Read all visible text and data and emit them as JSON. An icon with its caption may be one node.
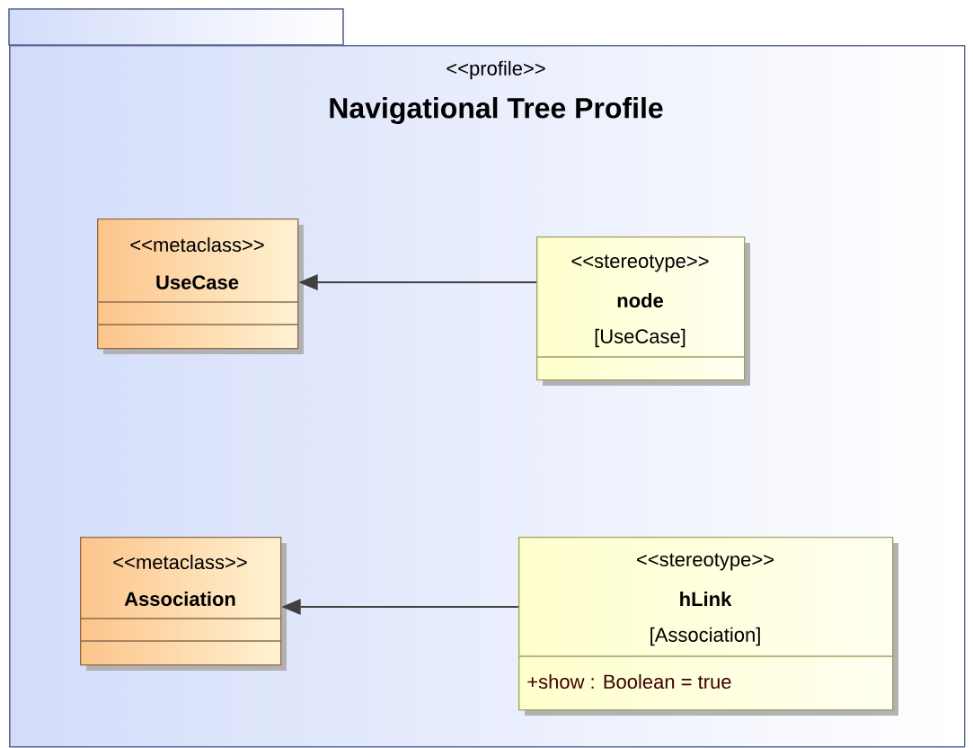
{
  "diagram": {
    "nodes": [
      {
        "text": [
          "<<profile>>",
          "Navigational Tree Profile"
        ]
      },
      {
        "text": [
          "<<metaclass>>",
          "UseCase"
        ],
        "in": 0
      },
      {
        "text": [
          "<<stereotype>>",
          "node",
          "[UseCase]"
        ],
        "in": 0
      },
      {
        "text": [
          "<<metaclass>>",
          "Association"
        ],
        "in": 0
      },
      {
        "text": [
          "<<stereotype>>",
          "hLink",
          "[Association]",
          "+show : Boolean = true"
        ],
        "in": 0
      }
    ],
    "edges": [
      {
        "from": 2,
        "to": 1,
        "arrow": "to"
      },
      {
        "from": 4,
        "to": 3,
        "arrow": "to"
      }
    ]
  }
}
